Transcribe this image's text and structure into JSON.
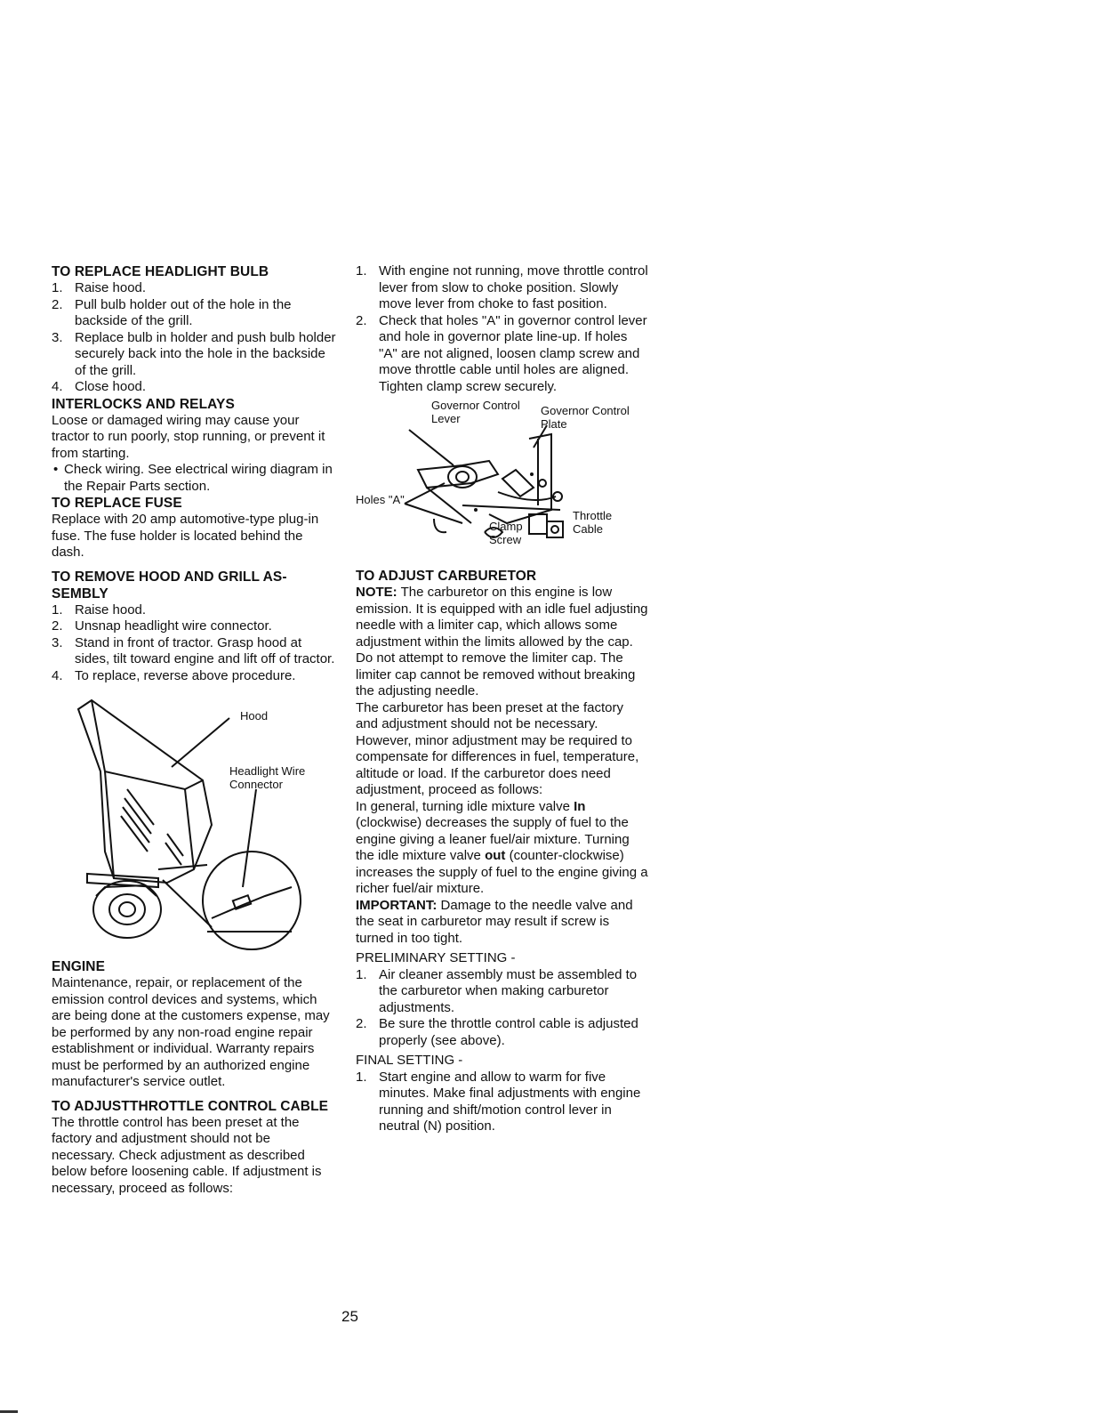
{
  "left": {
    "headlight": {
      "heading": "TO REPLACE HEADLIGHT BULB",
      "steps": [
        {
          "num": "1.",
          "text": "Raise hood."
        },
        {
          "num": "2.",
          "text": "Pull bulb holder out of the hole in the backside of the grill."
        },
        {
          "num": "3.",
          "text": "Replace bulb in holder and push bulb holder securely back into the hole in the backside of the grill."
        },
        {
          "num": "4.",
          "text": "Close hood."
        }
      ]
    },
    "interlocks": {
      "heading": "INTERLOCKS AND RELAYS",
      "body": "Loose or damaged wiring may cause your tractor to run poorly, stop running, or prevent it from starting.",
      "bullet": "Check wiring.  See electrical wiring diagram in the Repair Parts section."
    },
    "fuse": {
      "heading": "TO REPLACE FUSE",
      "body": "Replace with 20 amp automotive-type plug-in fuse.  The fuse holder is located behind the dash."
    },
    "hood": {
      "heading": "TO REMOVE HOOD AND GRILL AS-SEMBLY",
      "steps": [
        {
          "num": "1.",
          "text": "Raise hood."
        },
        {
          "num": "2.",
          "text": "Unsnap headlight wire connector."
        },
        {
          "num": "3.",
          "text": "Stand in front of tractor.  Grasp hood at sides, tilt toward engine and lift off of tractor."
        },
        {
          "num": "4.",
          "text": "To replace, reverse above procedure."
        }
      ],
      "figure_labels": {
        "hood": "Hood",
        "connector": "Headlight Wire Connector"
      }
    },
    "engine": {
      "heading": "ENGINE",
      "body": "Maintenance, repair, or replacement of the emission control devices and systems, which are being done at the customers expense, may be performed by any non-road engine repair establishment or individual.  Warranty repairs must be performed by an authorized engine manufacturer's service outlet."
    },
    "throttle": {
      "heading": "TO ADJUSTTHROTTLE CONTROL CABLE",
      "body": "The throttle control has been preset at the factory and adjustment should not be necessary.  Check adjustment as described below before loosening cable.  If adjustment is necessary, proceed as follows:"
    }
  },
  "right": {
    "throttle_steps": [
      {
        "num": "1.",
        "text": "With engine not running, move throttle control lever from slow to choke position.  Slowly move lever from choke to fast position."
      },
      {
        "num": "2.",
        "text": "Check that holes \"A\" in governor control lever and hole in governor plate line-up.  If holes \"A\" are not aligned, loosen clamp screw and move throttle cable until holes are aligned.  Tighten clamp screw securely."
      }
    ],
    "figure_labels": {
      "gov_lever": "Governor Control Lever",
      "gov_plate": "Governor Control Plate",
      "holes": "Holes \"A\"",
      "clamp": "Clamp Screw",
      "throttle_cable": "Throttle Cable"
    },
    "carburetor": {
      "heading": "TO ADJUST CARBURETOR",
      "note_label": "NOTE:",
      "note": "The carburetor on this engine is low emission.  It is equipped with an idle fuel adjusting needle with a limiter cap, which allows some adjustment within the limits allowed by the cap.  Do not attempt to remove the limiter cap.  The limiter cap cannot be removed without breaking the adjusting needle.",
      "body1": "The carburetor has been preset at the factory and adjustment should not be necessary.  However, minor adjustment may be required to compensate for differences in fuel, temperature, altitude or load.  If the carburetor does need adjustment, proceed as follows:",
      "body2_a": "In general, turning idle mixture valve ",
      "body2_in": "In",
      "body2_b": " (clockwise) decreases the supply of fuel to the engine giving a leaner fuel/air mixture.  Turning the idle mixture valve ",
      "body2_out": "out",
      "body2_c": " (counter-clockwise) increases the supply of fuel to the engine giving a richer fuel/air mixture.",
      "important_label": "IMPORTANT:",
      "important": " Damage to the needle valve and the seat in carburetor may result if screw is turned in too tight.",
      "prelim_heading": "PRELIMINARY SETTING -",
      "prelim_steps": [
        {
          "num": "1.",
          "text": "Air cleaner assembly must be assembled to the carburetor when making carburetor adjustments."
        },
        {
          "num": "2.",
          "text": "Be sure the throttle control cable is adjusted properly (see above)."
        }
      ],
      "final_heading": "FINAL SETTING -",
      "final_steps": [
        {
          "num": "1.",
          "text": "Start engine and allow to warm for five minutes.  Make final adjustments with engine running and shift/motion control lever in neutral (N) position."
        }
      ]
    }
  },
  "page_number": "25"
}
